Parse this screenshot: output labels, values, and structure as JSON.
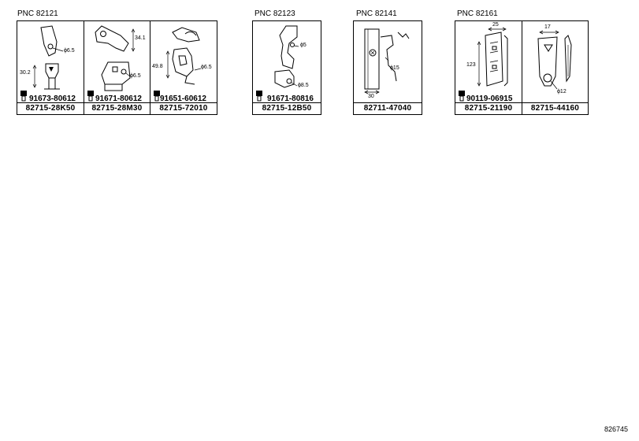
{
  "groups": [
    {
      "pnc": "PNC 82121",
      "cells": [
        {
          "part": "82715-28K50",
          "bolt": "91673-80612",
          "dims": [
            "ϕ6.5",
            "30.2"
          ]
        },
        {
          "part": "82715-28M30",
          "bolt": "91671-80612",
          "dims": [
            "34.1",
            "ϕ6.5"
          ]
        },
        {
          "part": "82715-72010",
          "bolt": "91651-60612",
          "dims": [
            "49.8",
            "ϕ6.5"
          ]
        }
      ]
    },
    {
      "pnc": "PNC 82123",
      "cells": [
        {
          "part": "82715-12B50",
          "bolt": "91671-80816",
          "dims": [
            "ϕ5",
            "ϕ8.5"
          ]
        }
      ]
    },
    {
      "pnc": "PNC 82141",
      "cells": [
        {
          "part": "82711-47040",
          "bolt": "",
          "dims": [
            "ϕ15",
            "30"
          ]
        }
      ]
    },
    {
      "pnc": "PNC 82161",
      "cells": [
        {
          "part": "82715-21190",
          "bolt": "90119-06915",
          "dims": [
            "25",
            "123"
          ]
        },
        {
          "part": "82715-44160",
          "bolt": "",
          "dims": [
            "17",
            "ϕ12"
          ]
        }
      ]
    }
  ],
  "illustration_id": "826745"
}
